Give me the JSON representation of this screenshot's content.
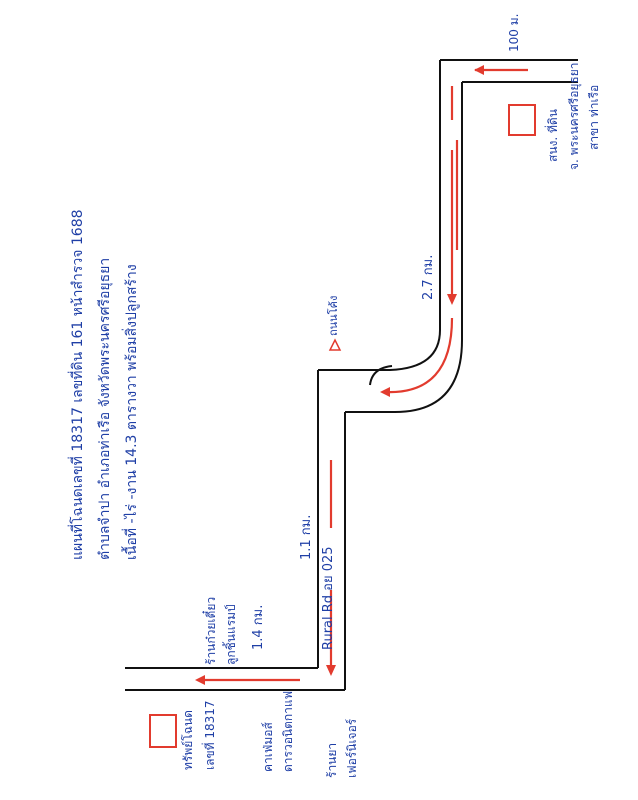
{
  "title_lines": [
    "แผนที่โฉนดเลขที่ 18317 เลขที่ดิน 161 หน้าสำรวจ 1688",
    "ตำบลจำปา    อำเภอท่าเรือ    จังหวัดพระนครศรีอยุธยา",
    "เนื้อที่  -ไร่  -งาน  14.3 ตารางวา  พร้อมสิ่งปลูกสร้าง"
  ],
  "office_label": [
    "สนง. ที่ดิน",
    "จ. พระนครศรีอยุธยา",
    "สาขา ท่าเรือ"
  ],
  "parcel_label": [
    "ทรัพย์โฉนด",
    "เลขที่ 18317"
  ],
  "distances": {
    "top": "100 ม.",
    "long_segment": "2.7 กม.",
    "mid_segment": "1.1 กม.",
    "bottom_segment": "1.4 กม."
  },
  "road_label": "Rural Rd อย 025",
  "curve_label": "ถนนโค้ง",
  "shop_left_top": [
    "ร้านก๋วยเตี๋ยว",
    "ลูกชิ้นแรมป์"
  ],
  "shop_left_bottom": [
    "คาเฟ่มอส์",
    "ดารวอนิตกาแฟ"
  ],
  "shop_bottom": [
    "ร้านยา",
    "เฟอร์นิเจอร์"
  ],
  "colors": {
    "ink": "#1f3fa6",
    "road": "#111111",
    "arrow": "#e23b2e",
    "box": "#e23b2e"
  }
}
